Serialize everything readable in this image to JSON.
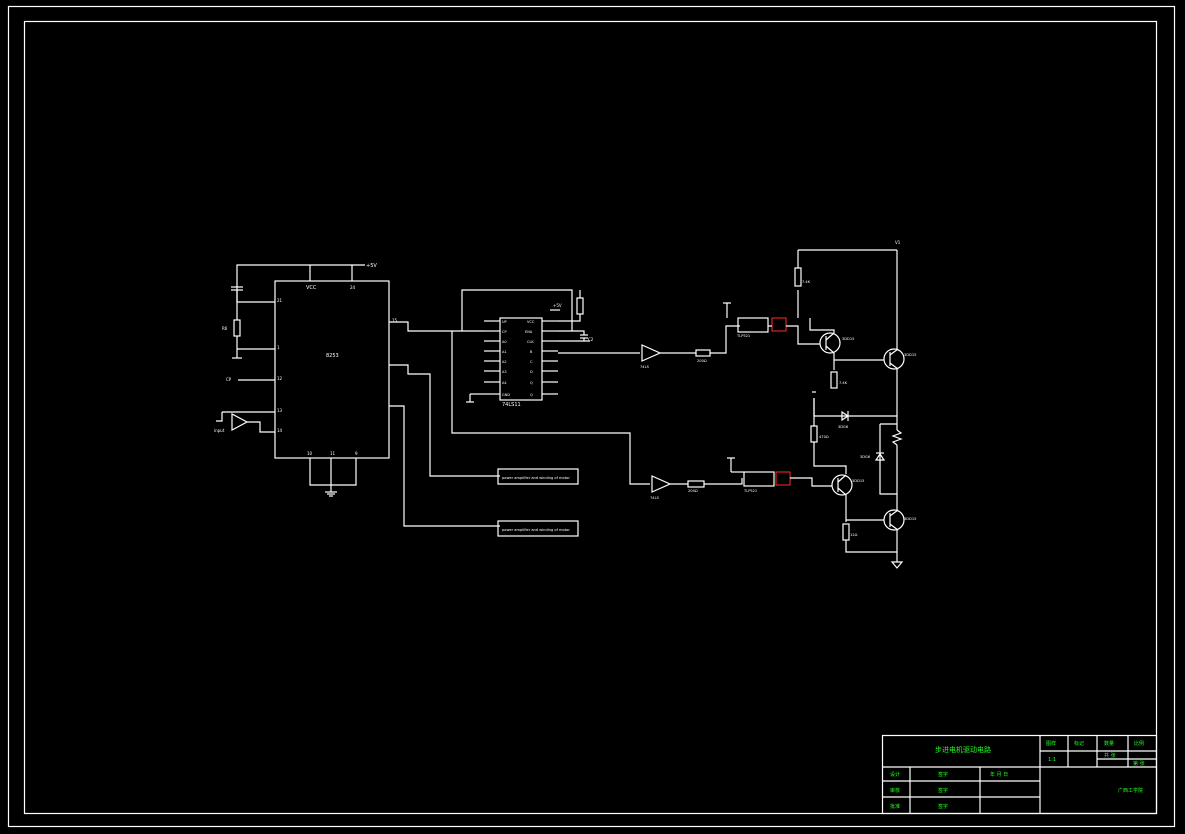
{
  "chip_8253": {
    "name": "8253",
    "vcc": "VCC",
    "pin_numbers": [
      "24",
      "21",
      "1",
      "12",
      "13",
      "14",
      "10",
      "11",
      "9",
      "15"
    ]
  },
  "chip_74ls": {
    "name": "74LS11",
    "left_pins": [
      "UP",
      "CP",
      "A0",
      "A1",
      "A2",
      "A3",
      "A4",
      "GND"
    ],
    "right_pins": [
      "VCC",
      "ENA",
      "CLK",
      "B",
      "C",
      "D",
      "Q",
      "Q"
    ]
  },
  "labels": {
    "plus5v": "+5V",
    "plus5v_b": "+5V",
    "r6": "R6",
    "cap": "C2",
    "cp": "CP",
    "input": "input",
    "opto1": "TLP521",
    "opto2": "TLP521",
    "amp1": "74LS",
    "amp2": "74LS",
    "r_200": "200Ω",
    "r_200b": "200Ω",
    "q_top": "3DD15",
    "q_mid": "3DD15",
    "q_right": "3DD15",
    "q_bottom": "3DD15",
    "r_47": "470Ω",
    "r_7k": "7.4K",
    "r_12": "12Ω",
    "diode": "3DG6",
    "diode2": "3DG6",
    "vcc_top": "V1"
  },
  "notes": {
    "note1": "power amplifier and winding of motor",
    "note2": "power amplifier and winding of motor"
  },
  "title_block": {
    "drawing_title": "步进电机驱动电路",
    "header": [
      "图样",
      "标记",
      "数量",
      "比例"
    ],
    "scale": "1:1",
    "sheet_total": "共 张",
    "sheet_no": "第 张",
    "role_designer": "设计",
    "role_checker": "审核",
    "role_approver": "批准",
    "signature": "签字",
    "date": "年 月 日",
    "company": "广西工学院"
  }
}
